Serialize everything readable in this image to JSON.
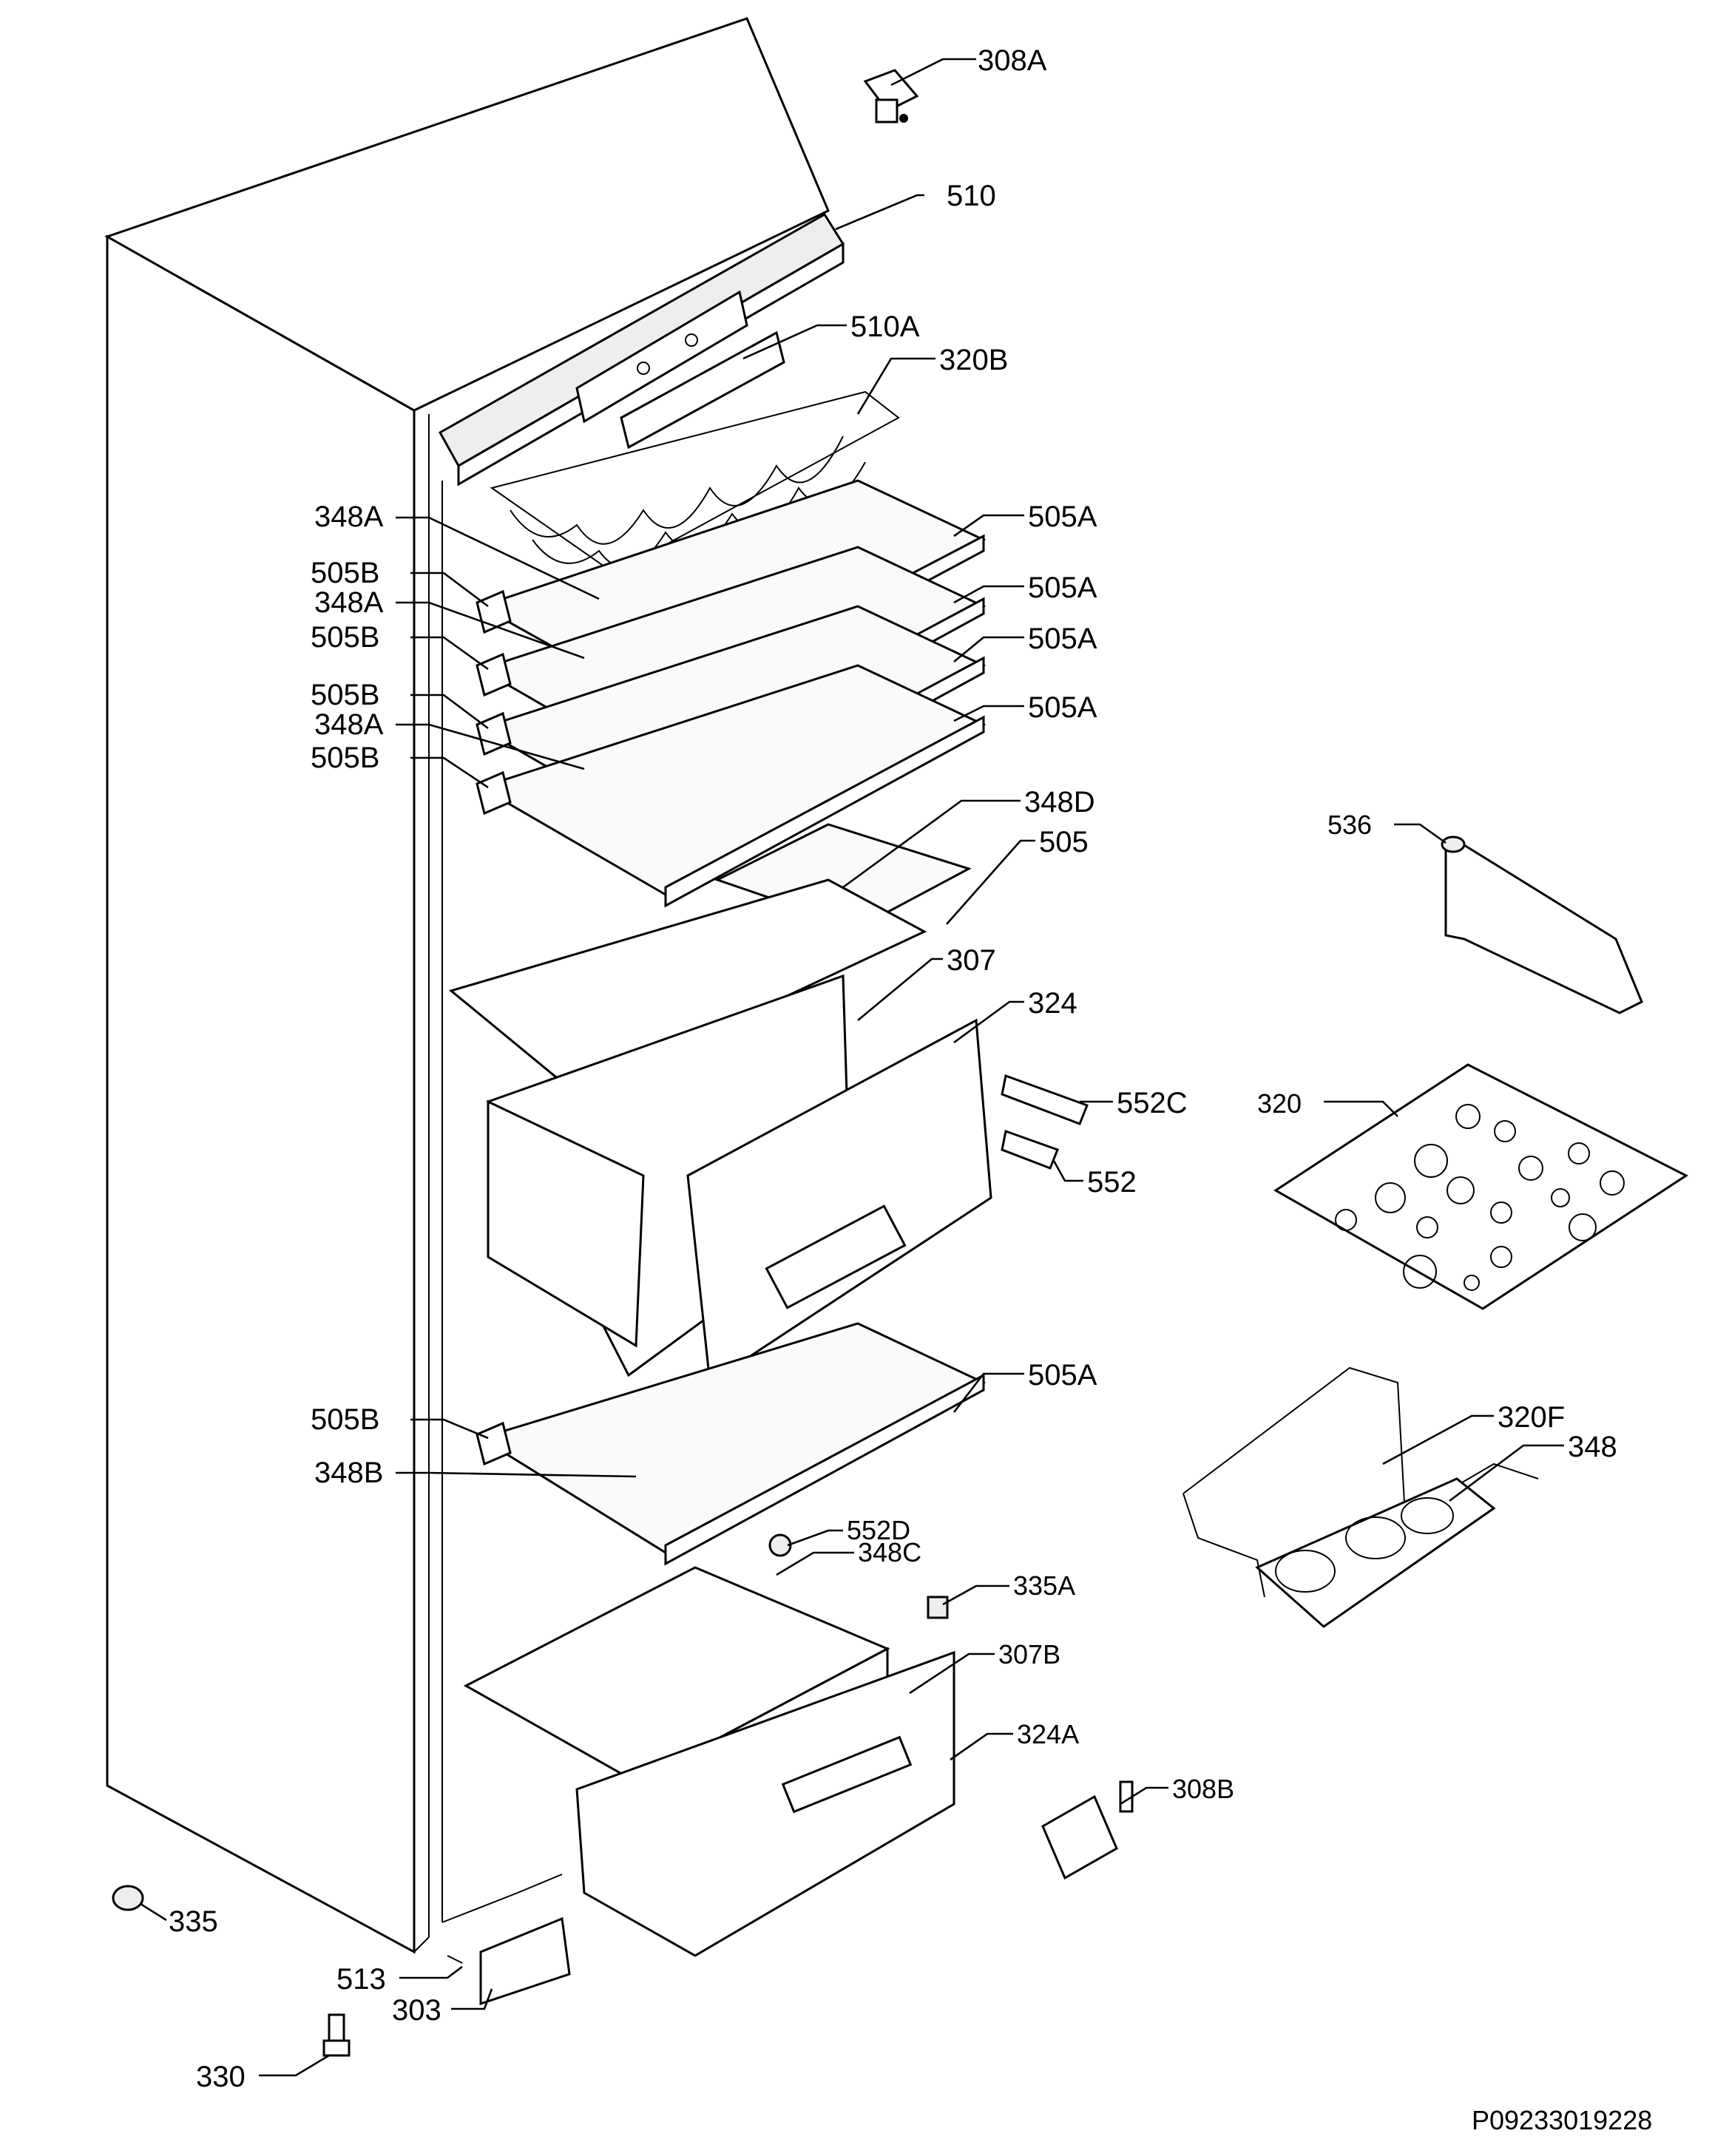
{
  "drawing_code": "P09233019228",
  "callouts": [
    {
      "id": "c308a",
      "text": "308A"
    },
    {
      "id": "c510",
      "text": "510"
    },
    {
      "id": "c510a",
      "text": "510A"
    },
    {
      "id": "c320b",
      "text": "320B"
    },
    {
      "id": "c348a_1",
      "text": "348A"
    },
    {
      "id": "c505a_1",
      "text": "505A"
    },
    {
      "id": "c505b_1",
      "text": "505B"
    },
    {
      "id": "c348a_2",
      "text": "348A"
    },
    {
      "id": "c505a_2",
      "text": "505A"
    },
    {
      "id": "c505b_2",
      "text": "505B"
    },
    {
      "id": "c505a_3",
      "text": "505A"
    },
    {
      "id": "c505b_3",
      "text": "505B"
    },
    {
      "id": "c348a_3",
      "text": "348A"
    },
    {
      "id": "c505a_4",
      "text": "505A"
    },
    {
      "id": "c505b_4",
      "text": "505B"
    },
    {
      "id": "c348d",
      "text": "348D"
    },
    {
      "id": "c505",
      "text": "505"
    },
    {
      "id": "c536",
      "text": "536"
    },
    {
      "id": "c307",
      "text": "307"
    },
    {
      "id": "c324",
      "text": "324"
    },
    {
      "id": "c552c",
      "text": "552C"
    },
    {
      "id": "c320",
      "text": "320"
    },
    {
      "id": "c552",
      "text": "552"
    },
    {
      "id": "c505a_5",
      "text": "505A"
    },
    {
      "id": "c505b_5",
      "text": "505B"
    },
    {
      "id": "c320f",
      "text": "320F"
    },
    {
      "id": "c348b",
      "text": "348B"
    },
    {
      "id": "c348",
      "text": "348"
    },
    {
      "id": "c552d",
      "text": "552D"
    },
    {
      "id": "c348c",
      "text": "348C"
    },
    {
      "id": "c335a",
      "text": "335A"
    },
    {
      "id": "c307b",
      "text": "307B"
    },
    {
      "id": "c324a",
      "text": "324A"
    },
    {
      "id": "c308b",
      "text": "308B"
    },
    {
      "id": "c335",
      "text": "335"
    },
    {
      "id": "c513",
      "text": "513"
    },
    {
      "id": "c303",
      "text": "303"
    },
    {
      "id": "c330",
      "text": "330"
    }
  ]
}
